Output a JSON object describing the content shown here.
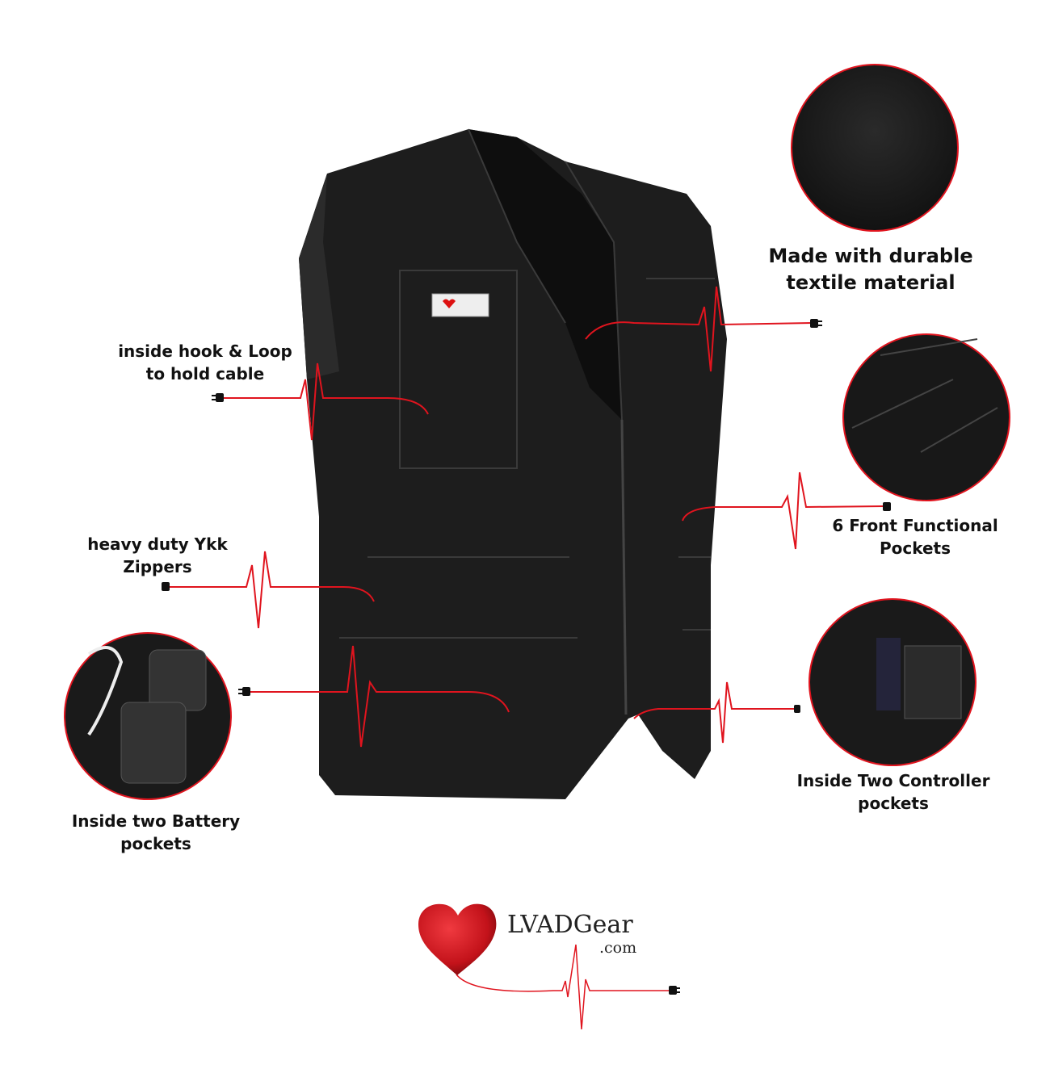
{
  "features": [
    {
      "lines": [
        "Made with durable",
        "textile material"
      ]
    },
    {
      "lines": [
        "inside hook & Loop",
        "to hold cable"
      ]
    },
    {
      "lines": [
        "6 Front Functional",
        "Pockets"
      ]
    },
    {
      "lines": [
        "heavy duty Ykk",
        "Zippers"
      ]
    },
    {
      "lines": [
        "Inside Two Controller",
        "pockets"
      ]
    },
    {
      "lines": [
        "Inside two Battery",
        "pockets"
      ]
    }
  ],
  "logo": {
    "name": "LVADGear",
    "domain": ".com"
  },
  "colors": {
    "accent": "#e0141e",
    "vest": "#1c1c1c",
    "text": "#111111"
  }
}
